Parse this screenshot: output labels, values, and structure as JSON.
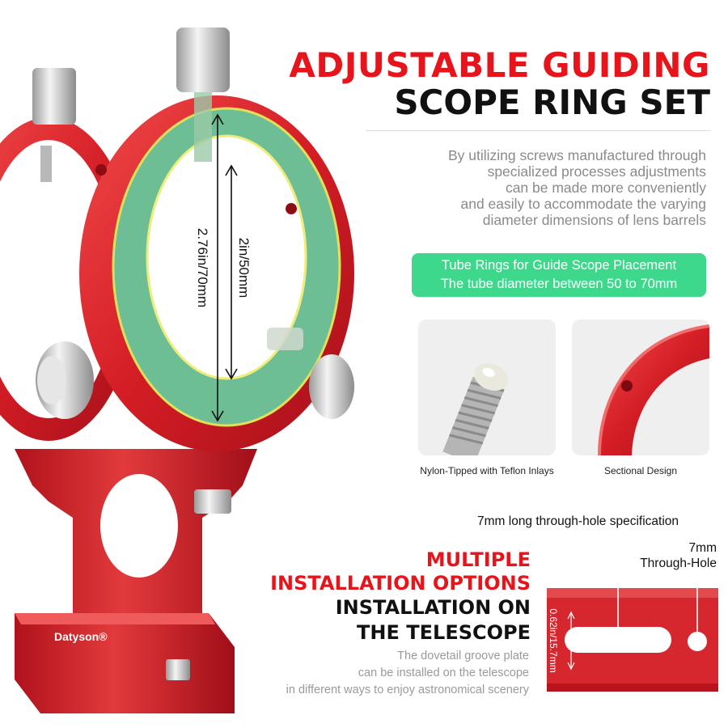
{
  "title": {
    "line1": "ADJUSTABLE GUIDING",
    "line2": "SCOPE RING SET"
  },
  "description": [
    "By utilizing screws manufactured through",
    "specialized processes adjustments",
    "can be made more conveniently",
    "and easily to accommodate the varying",
    "diameter dimensions of lens barrels"
  ],
  "badge": {
    "line1": "Tube Rings for Guide Scope Placement",
    "line2": "The tube diameter between 50 to 70mm"
  },
  "dimensions": {
    "outer": "2.76in/70mm",
    "inner": "2in/50mm"
  },
  "features": [
    {
      "caption": "Nylon-Tipped with Teflon Inlays"
    },
    {
      "caption": "Sectional Design"
    }
  ],
  "through_hole": {
    "spec": "7mm long through-hole specification",
    "label_line1": "7mm",
    "label_line2": "Through-Hole",
    "width": "0.62in/15.7mm"
  },
  "installation": {
    "red_line1": "MULTIPLE",
    "red_line2": "INSTALLATION OPTIONS",
    "black_line1": "INSTALLATION ON",
    "black_line2": "THE TELESCOPE",
    "desc": [
      "The dovetail groove plate",
      "can be installed on the telescope",
      "in different ways to enjoy astronomical scenery"
    ]
  },
  "brand": "Datyson®",
  "colors": {
    "accent_red": "#e8141c",
    "product_red": "#d8202a",
    "badge_green": "#3ed88c"
  }
}
